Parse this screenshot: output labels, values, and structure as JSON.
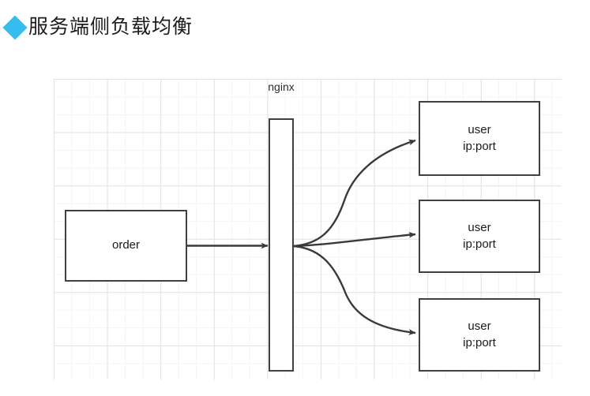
{
  "heading": {
    "bullet_icon": "diamond-icon",
    "bullet_color": "#35bdef",
    "text": "服务端侧负载均衡"
  },
  "diagram": {
    "background": "grid-paper",
    "grid_color_minor": "#f4f4f4",
    "grid_color_major": "#e2e2e2",
    "node_border_color": "#40403f",
    "connector_color": "#3a3a3a",
    "labels": {
      "nginx": "nginx"
    },
    "nodes": [
      {
        "id": "order",
        "label": "order",
        "shape": "rectangle"
      },
      {
        "id": "nginx",
        "label": "",
        "shape": "vertical-bar"
      },
      {
        "id": "user-1",
        "line1": "user",
        "line2": "ip:port",
        "shape": "rectangle"
      },
      {
        "id": "user-2",
        "line1": "user",
        "line2": "ip:port",
        "shape": "rectangle"
      },
      {
        "id": "user-3",
        "line1": "user",
        "line2": "ip:port",
        "shape": "rectangle"
      }
    ],
    "connectors": [
      {
        "id": "order-to-nginx",
        "from": "order",
        "to": "nginx",
        "style": "straight-arrow"
      },
      {
        "id": "nginx-to-user-1",
        "from": "nginx",
        "to": "user-1",
        "style": "curved-arrow"
      },
      {
        "id": "nginx-to-user-2",
        "from": "nginx",
        "to": "user-2",
        "style": "straight-arrow"
      },
      {
        "id": "nginx-to-user-3",
        "from": "nginx",
        "to": "user-3",
        "style": "curved-arrow"
      }
    ]
  }
}
